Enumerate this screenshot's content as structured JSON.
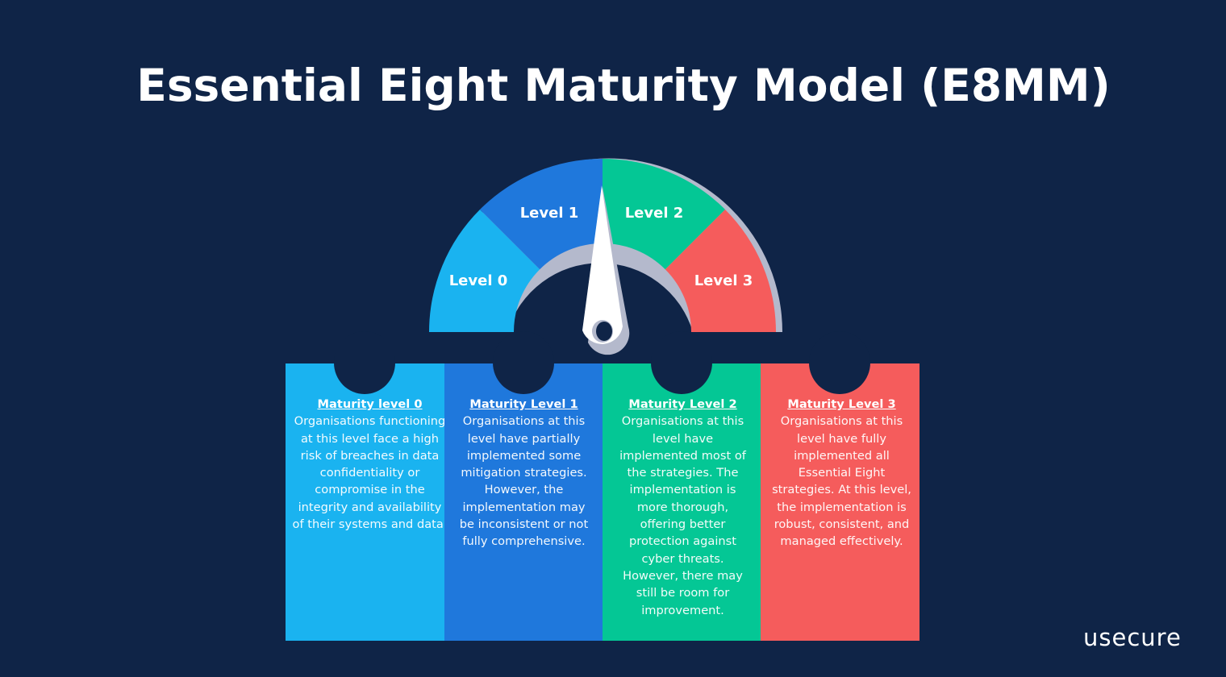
{
  "title": "Essential Eight Maturity Model (E8MM)",
  "colors": {
    "background": "#0f2447",
    "level0": "#1ab3f0",
    "level1": "#1f78dc",
    "level2": "#04c795",
    "level3": "#f55c5c",
    "rim": "#b4b9cc",
    "needle": "#ffffff"
  },
  "gauge": {
    "segments": [
      {
        "label": "Level 0"
      },
      {
        "label": "Level 1"
      },
      {
        "label": "Level 2"
      },
      {
        "label": "Level 3"
      }
    ],
    "needle_position": "between Level 1 and Level 2"
  },
  "panels": [
    {
      "heading": "Maturity level 0",
      "body": "Organisations functioning at this level face a high risk of breaches in data confidentiality or compromise in the integrity and availability of their systems and data."
    },
    {
      "heading": "Maturity Level 1",
      "body": "Organisations at this level have partially implemented some mitigation strategies. However, the implementation may be inconsistent or not fully comprehensive."
    },
    {
      "heading": "Maturity Level 2",
      "body": "Organisations at this level have implemented most of the strategies. The implementation is more thorough, offering better protection against cyber threats. However, there may still be room for improvement."
    },
    {
      "heading": "Maturity Level 3",
      "body": "Organisations at this level have fully implemented all Essential Eight strategies. At this level, the implementation is robust, consistent, and managed effectively."
    }
  ],
  "logo": "usecure"
}
